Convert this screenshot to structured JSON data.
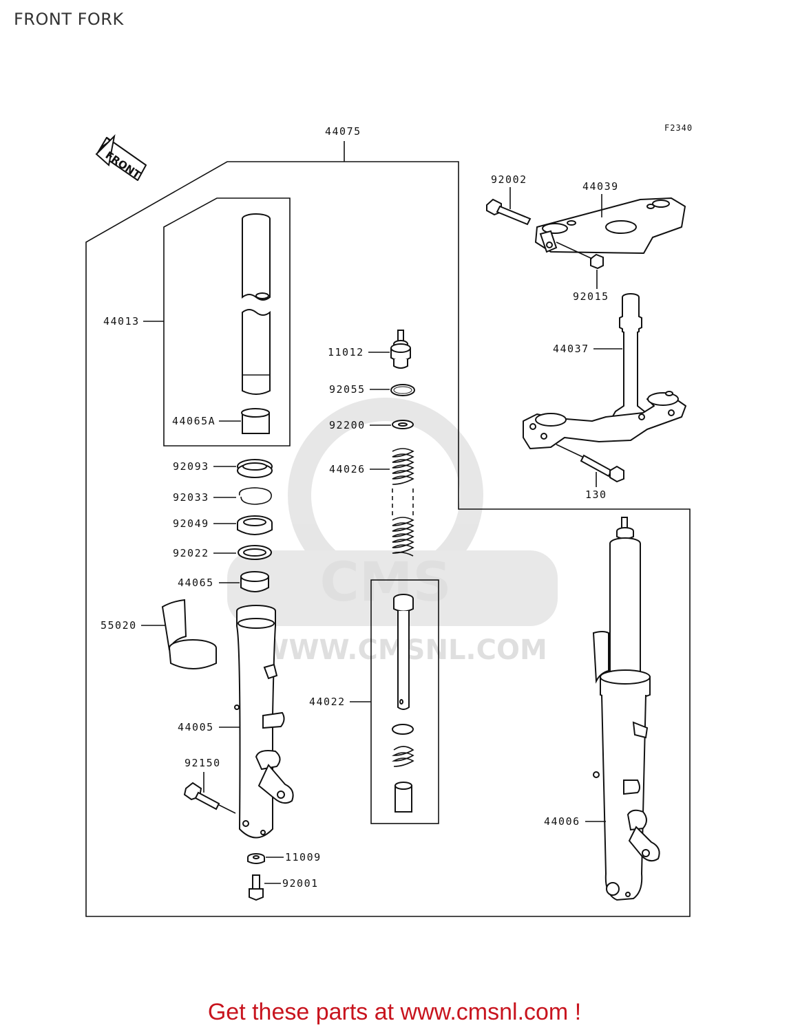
{
  "page": {
    "title": "FRONT FORK",
    "footer_link": "Get these parts at www.cmsnl.com !"
  },
  "diagram": {
    "figure_code": "F2340",
    "front_arrow": "FRONT",
    "watermark": "WWW.CMSNL.COM",
    "watermark_logo": "CMS",
    "parts": {
      "p44075": "44075",
      "p44013": "44013",
      "p44065A": "44065A",
      "p92093": "92093",
      "p92033": "92033",
      "p92049": "92049",
      "p92022": "92022",
      "p44065": "44065",
      "p55020": "55020",
      "p44005": "44005",
      "p92150": "92150",
      "p11009": "11009",
      "p92001": "92001",
      "p11012": "11012",
      "p92055": "92055",
      "p92200": "92200",
      "p44026": "44026",
      "p44022": "44022",
      "p92002": "92002",
      "p44039": "44039",
      "p92015": "92015",
      "p44037": "44037",
      "p130": "130",
      "p44006": "44006"
    }
  }
}
